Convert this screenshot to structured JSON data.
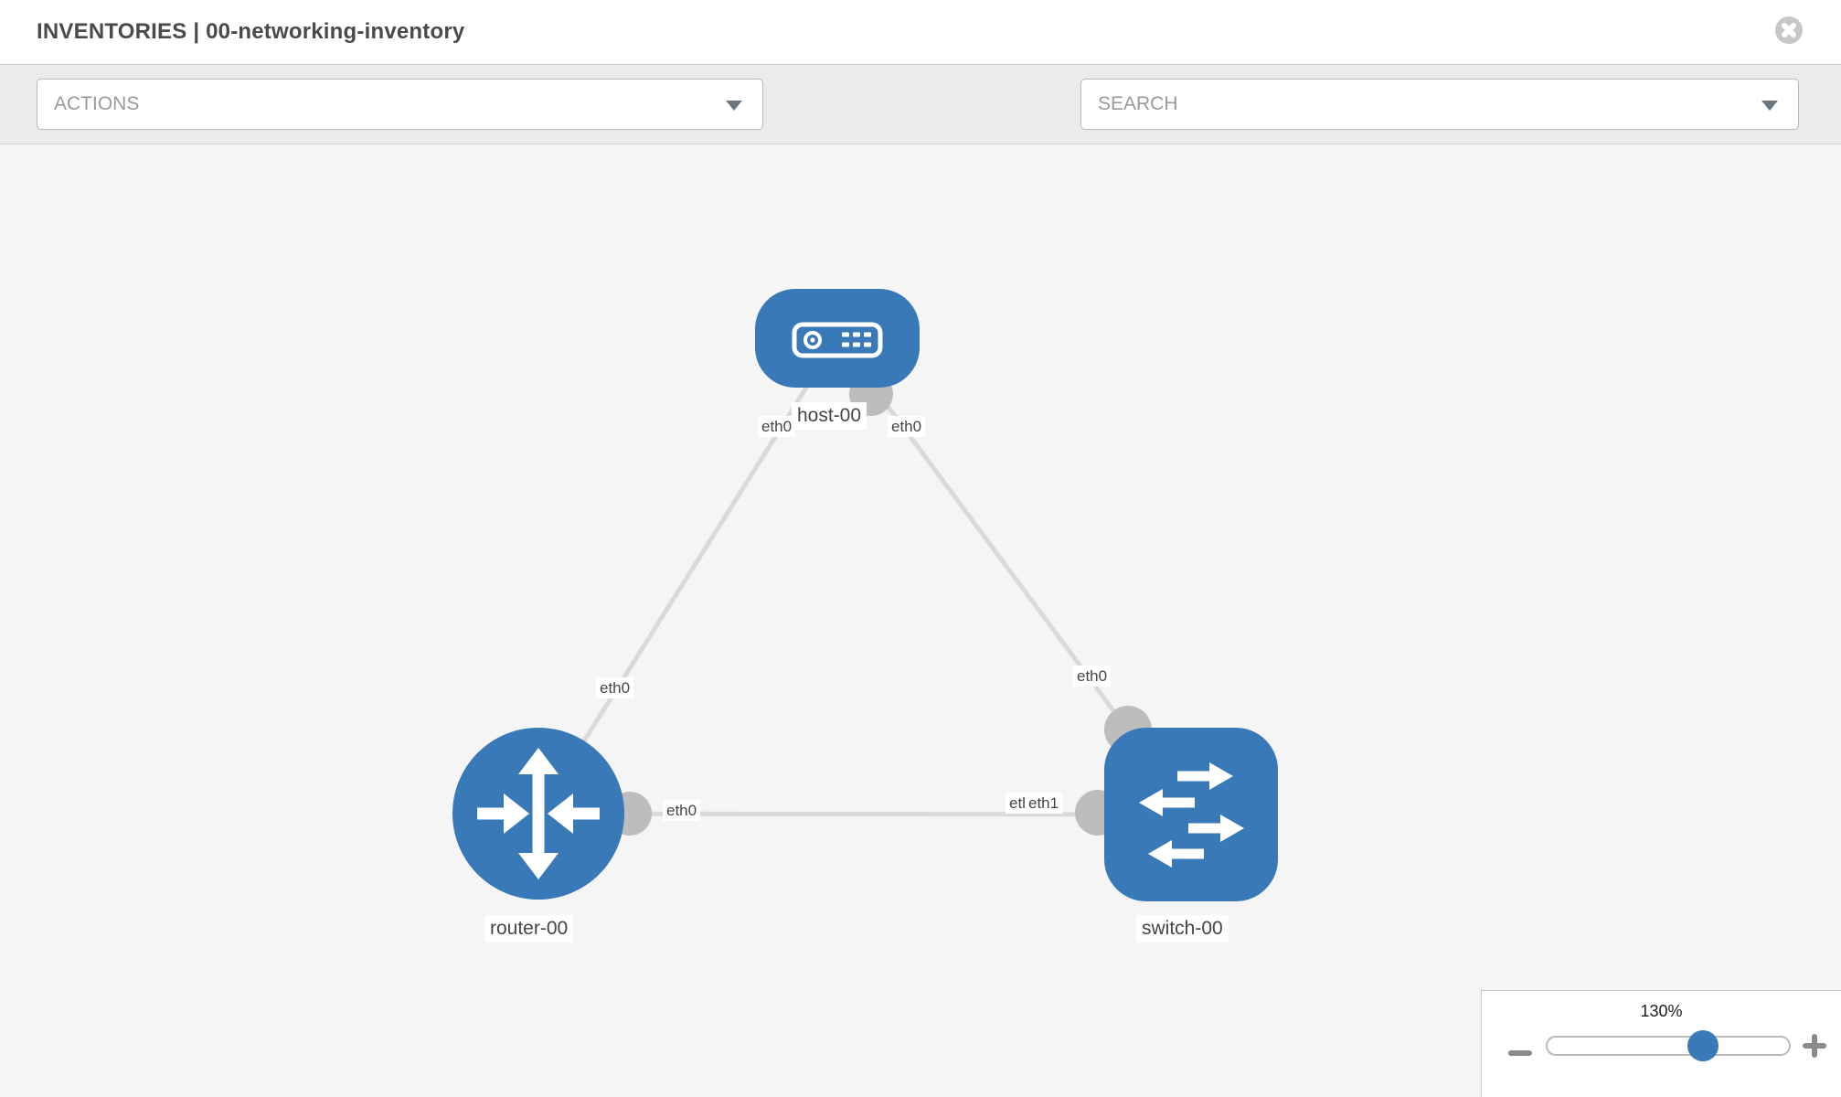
{
  "header": {
    "title": "INVENTORIES | 00-networking-inventory"
  },
  "toolbar": {
    "actions_dropdown": {
      "label": "ACTIONS"
    },
    "tool_icons": [
      {
        "name": "wrench-icon"
      },
      {
        "name": "key-icon"
      }
    ],
    "search_dropdown": {
      "placeholder": "SEARCH"
    }
  },
  "topology": {
    "nodes": [
      {
        "id": "host-00",
        "label": "host-00",
        "type": "host",
        "shape": "rounded-rect"
      },
      {
        "id": "router-00",
        "label": "router-00",
        "type": "router",
        "shape": "circle"
      },
      {
        "id": "switch-00",
        "label": "switch-00",
        "type": "switch",
        "shape": "rounded-square"
      }
    ],
    "links": [
      {
        "source": "host-00",
        "target": "router-00",
        "source_interface": "eth0",
        "target_interface": "eth0"
      },
      {
        "source": "host-00",
        "target": "switch-00",
        "source_interface": "eth0",
        "target_interface": "eth0"
      },
      {
        "source": "router-00",
        "target": "switch-00",
        "source_interface": "eth0",
        "target_interface": "eth1"
      }
    ],
    "interface_labels": {
      "host_router_host_end": "eth0",
      "host_router_router_end": "eth0",
      "host_switch_host_end": "eth0",
      "host_switch_switch_end": "eth0",
      "router_switch_router_end": "eth0",
      "router_switch_switch_end_under": "eth0",
      "router_switch_switch_end": "eth1"
    }
  },
  "zoom_control": {
    "level": "130%"
  },
  "colors": {
    "node_blue": "#3a79b7",
    "edge_gray": "#dadada",
    "endpoint_gray": "#bdbdbd",
    "canvas_background": "#f5f5f5",
    "toolbar_background": "#ebebeb"
  }
}
